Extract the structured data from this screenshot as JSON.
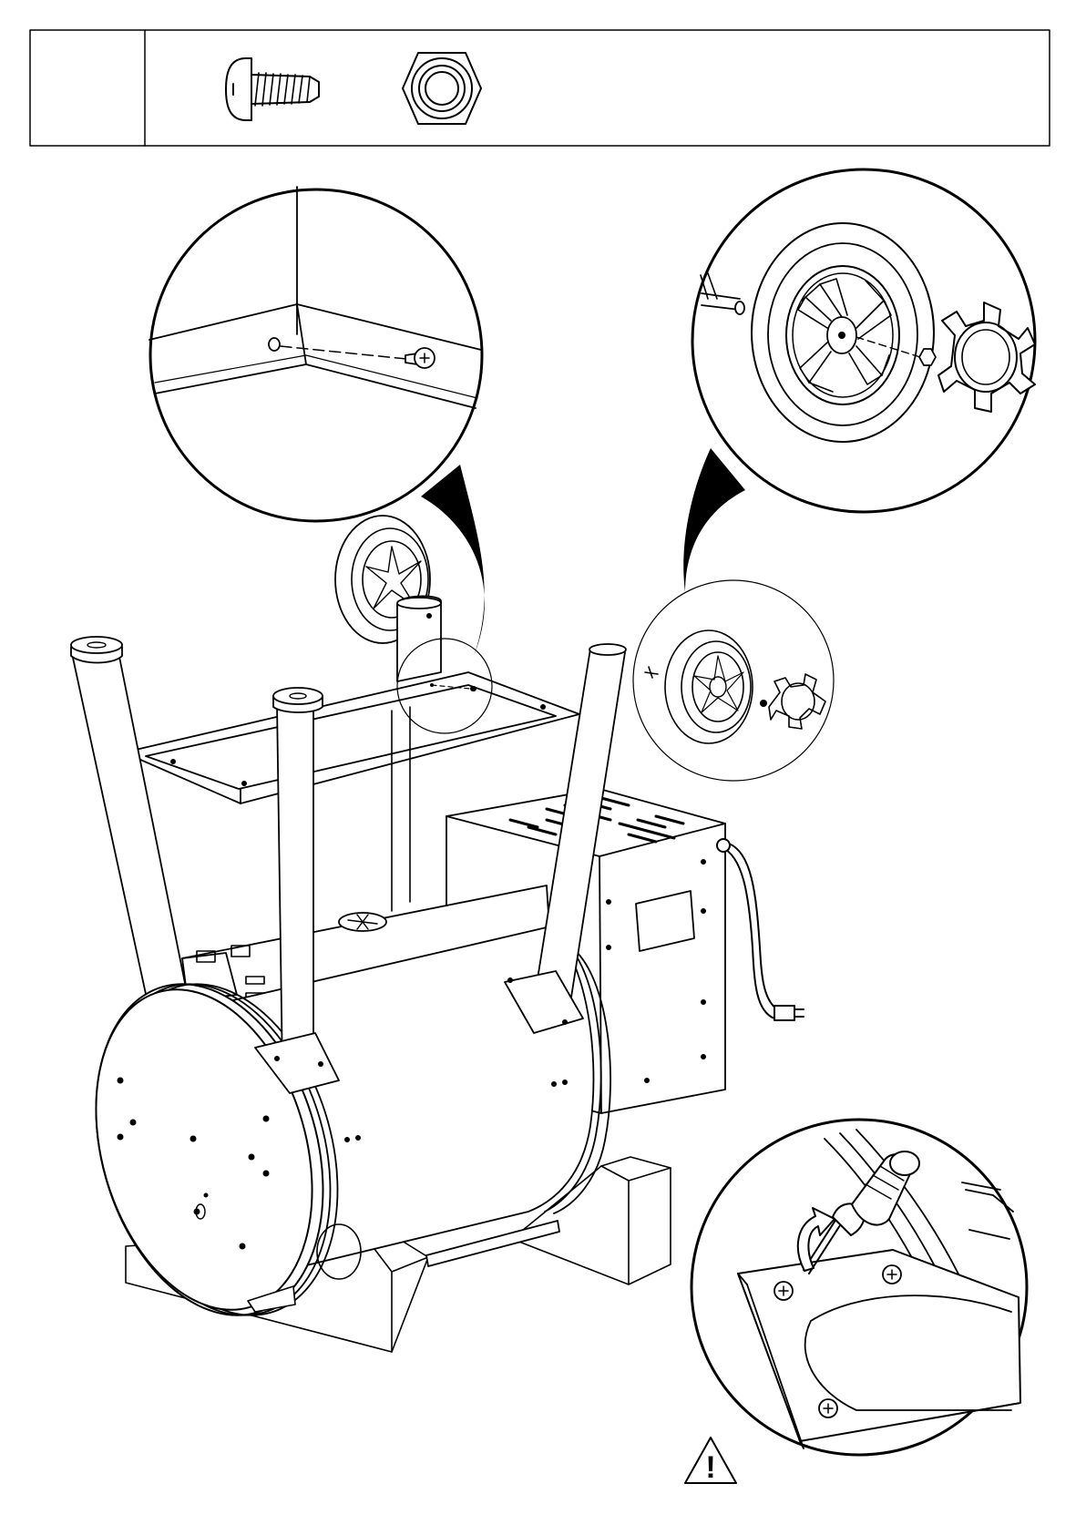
{
  "parts_box": {
    "quantity_label": "",
    "hardware": [
      {
        "icon": "pan-head-screw-icon"
      },
      {
        "icon": "hex-nut-icon"
      }
    ]
  },
  "detail_callouts": [
    {
      "name": "shelf-screw-detail",
      "icon": "screw-into-frame"
    },
    {
      "name": "wheel-detail",
      "icon": "wheel-nut-hubcap"
    },
    {
      "name": "bracket-screwdriver-detail",
      "icon": "screwdriver-tighten"
    }
  ],
  "warning": {
    "icon": "warning-triangle-icon",
    "symbol": "!"
  },
  "colors": {
    "line": "#000000",
    "background": "#ffffff"
  }
}
